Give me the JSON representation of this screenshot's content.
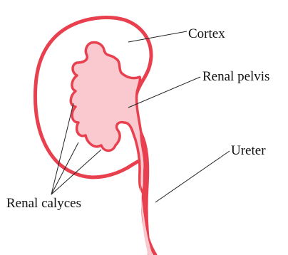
{
  "labels": {
    "cortex": "Cortex",
    "renal_pelvis": "Renal pelvis",
    "ureter": "Ureter",
    "renal_calyces": "Renal calyces"
  },
  "colors": {
    "outline": "#e8404e",
    "fill": "#f9c9cf",
    "pointer": "#222222"
  }
}
